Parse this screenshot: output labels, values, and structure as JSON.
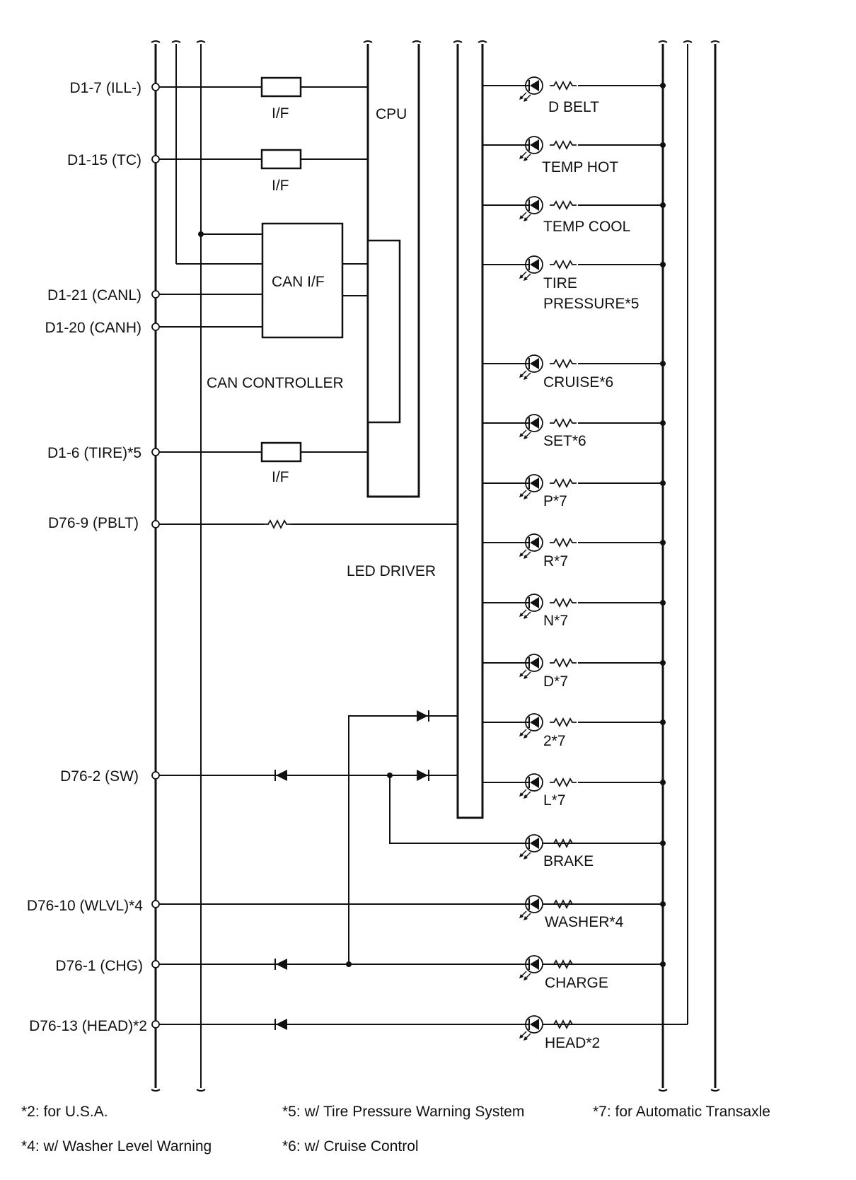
{
  "connectors": [
    {
      "id": "d1-7",
      "label": "D1-7 (ILL-)"
    },
    {
      "id": "d1-15",
      "label": "D1-15 (TC)"
    },
    {
      "id": "d1-21",
      "label": "D1-21 (CANL)"
    },
    {
      "id": "d1-20",
      "label": "D1-20 (CANH)"
    },
    {
      "id": "d1-6",
      "label": "D1-6 (TIRE)*5"
    },
    {
      "id": "d76-9",
      "label": "D76-9 (PBLT)"
    },
    {
      "id": "d76-2",
      "label": "D76-2 (SW)"
    },
    {
      "id": "d76-10",
      "label": "D76-10 (WLVL)*4"
    },
    {
      "id": "d76-1",
      "label": "D76-1 (CHG)"
    },
    {
      "id": "d76-13",
      "label": "D76-13 (HEAD)*2"
    }
  ],
  "blocks": {
    "if_label": "I/F",
    "cpu": "CPU",
    "can_if": "CAN I/F",
    "can_controller": "CAN CONTROLLER",
    "led_driver": "LED DRIVER"
  },
  "indicators": [
    {
      "id": "d-belt",
      "label": "D BELT"
    },
    {
      "id": "temp-hot",
      "label": "TEMP HOT"
    },
    {
      "id": "temp-cool",
      "label": "TEMP COOL"
    },
    {
      "id": "tire-pressure",
      "label": "TIRE",
      "label2": "PRESSURE*5"
    },
    {
      "id": "cruise",
      "label": "CRUISE*6"
    },
    {
      "id": "set",
      "label": "SET*6"
    },
    {
      "id": "p",
      "label": "P*7"
    },
    {
      "id": "r",
      "label": "R*7"
    },
    {
      "id": "n",
      "label": "N*7"
    },
    {
      "id": "d",
      "label": "D*7"
    },
    {
      "id": "2",
      "label": "2*7"
    },
    {
      "id": "l",
      "label": "L*7"
    },
    {
      "id": "brake",
      "label": "BRAKE"
    },
    {
      "id": "washer",
      "label": "WASHER*4"
    },
    {
      "id": "charge",
      "label": "CHARGE"
    },
    {
      "id": "head",
      "label": "HEAD*2"
    }
  ],
  "footnotes": {
    "n2": "*2: for U.S.A.",
    "n4": "*4: w/ Washer Level Warning",
    "n5": "*5: w/ Tire Pressure Warning System",
    "n6": "*6: w/ Cruise Control",
    "n7": "*7: for Automatic Transaxle"
  }
}
